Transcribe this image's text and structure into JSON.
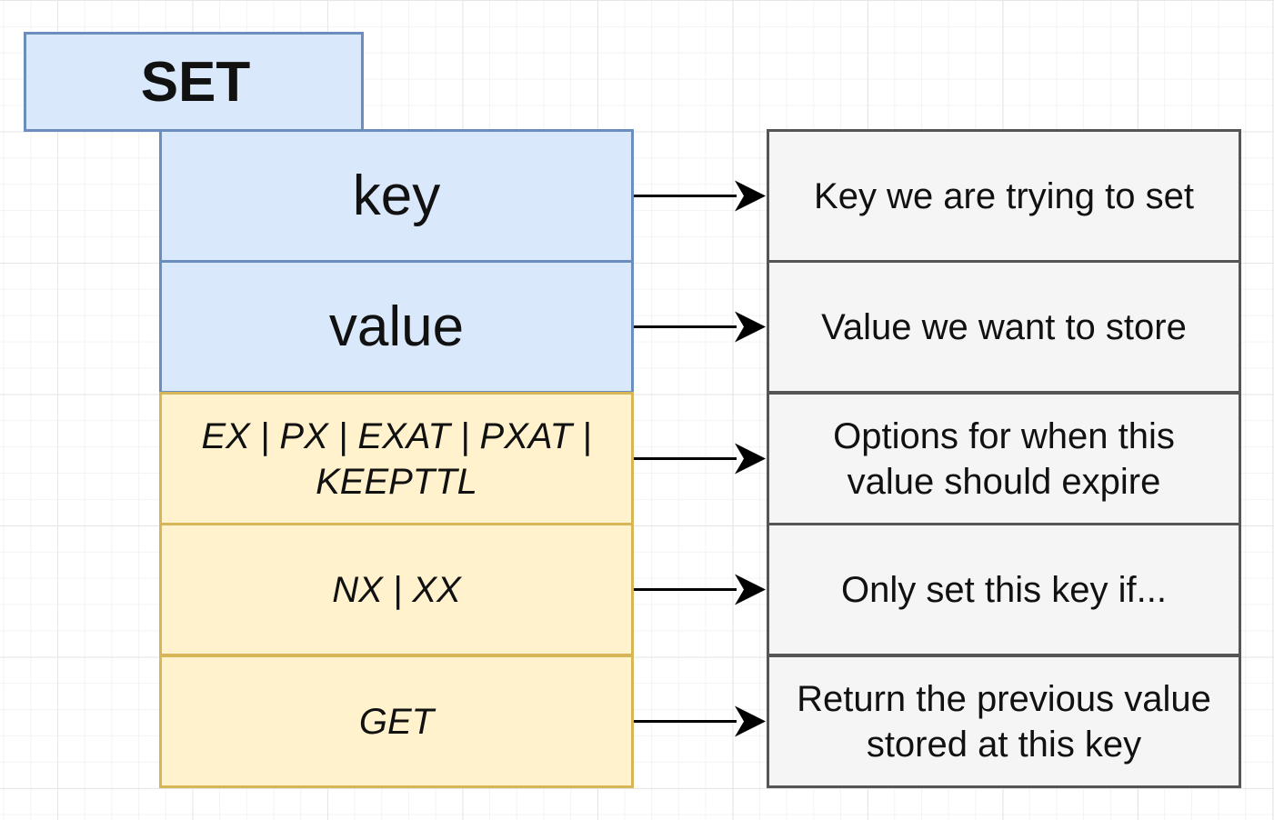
{
  "title": "SET",
  "rows": [
    {
      "argument": "key",
      "description": "Key we are trying to set"
    },
    {
      "argument": "value",
      "description": "Value we want to store"
    },
    {
      "argument": "EX | PX | EXAT | PXAT | KEEPTTL",
      "description": "Options for when this value should expire"
    },
    {
      "argument": "NX | XX",
      "description": "Only set this key if..."
    },
    {
      "argument": "GET",
      "description": "Return the previous value stored at this key"
    }
  ],
  "colors": {
    "argument_fill": "#dae8fc",
    "argument_border": "#6c8ebf",
    "option_fill": "#fff2cc",
    "option_border": "#d6b656",
    "description_fill": "#f5f5f5",
    "description_border": "#555555",
    "arrow": "#000000"
  }
}
